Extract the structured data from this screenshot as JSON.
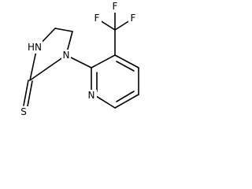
{
  "molecule": {
    "atoms": {
      "nh": "HN",
      "n_ring": "N",
      "s": "S",
      "n_pyridine": "N",
      "f_left": "F",
      "f_top": "F",
      "f_right": "F"
    },
    "colors": {
      "bond": "#000000",
      "label": "#000000",
      "background": "#ffffff"
    }
  }
}
